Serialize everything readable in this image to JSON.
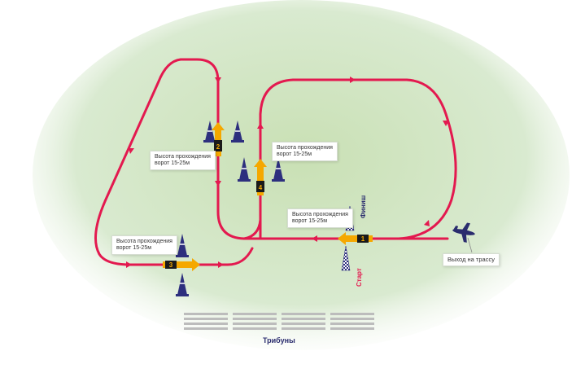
{
  "colors": {
    "track": "#e3194f",
    "field": "#cfe3bd",
    "cone": "#2d2f7e",
    "gate": "#f5a800",
    "plane": "#2a2c6e",
    "stands": "#bcbcbc"
  },
  "callouts": [
    {
      "line1": "Высота прохождения",
      "line2": "ворот 15-25м"
    },
    {
      "line1": "Высота прохождения",
      "line2": "ворот 15-25м"
    },
    {
      "line1": "Высота прохождения",
      "line2": "ворот 15-25м"
    },
    {
      "line1": "Высота прохождения",
      "line2": "ворот 15-25м"
    }
  ],
  "gates": [
    {
      "number": "1"
    },
    {
      "number": "2"
    },
    {
      "number": "3"
    },
    {
      "number": "4"
    }
  ],
  "labels": {
    "finish": "Финиш",
    "start": "Старт",
    "entry": "Выход на трассу",
    "stands": "Трибуны"
  },
  "icons": {
    "plane": "airplane-icon",
    "cone": "pylon-cone-icon",
    "flag": "checkered-flag-icon"
  }
}
